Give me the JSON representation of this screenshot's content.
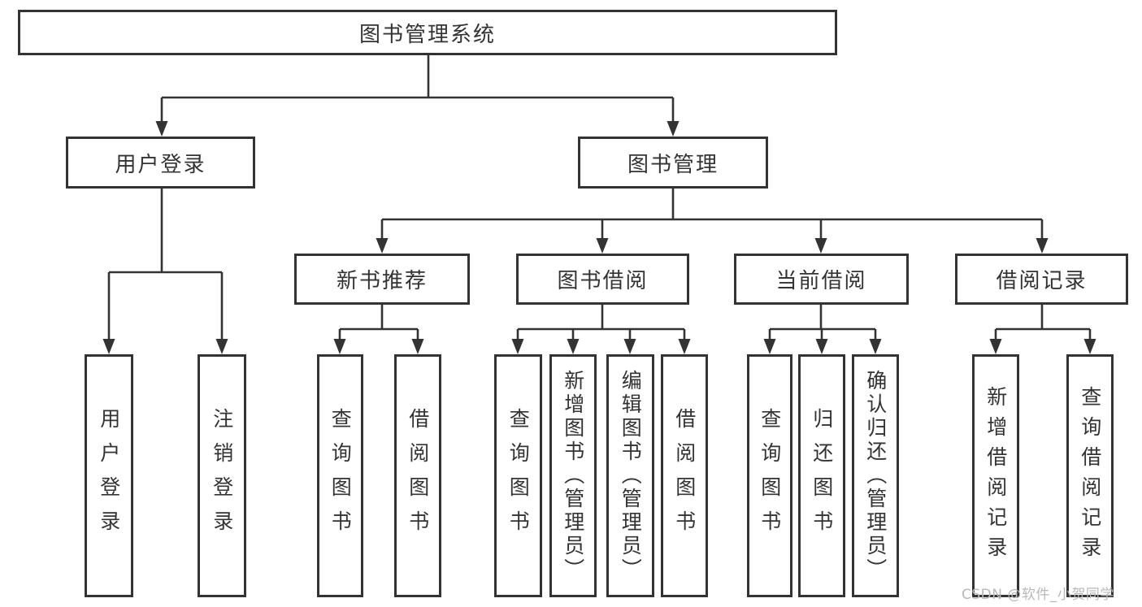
{
  "diagram": {
    "nodes": [
      {
        "id": "root",
        "label": "图书管理系统",
        "parent": null
      },
      {
        "id": "user-login-branch",
        "label": "用户登录",
        "parent": "root"
      },
      {
        "id": "book-management",
        "label": "图书管理",
        "parent": "root"
      },
      {
        "id": "new-book-recommend",
        "label": "新书推荐",
        "parent": "book-management"
      },
      {
        "id": "book-borrowing",
        "label": "图书借阅",
        "parent": "book-management"
      },
      {
        "id": "current-borrowing",
        "label": "当前借阅",
        "parent": "book-management"
      },
      {
        "id": "borrowing-records",
        "label": "借阅记录",
        "parent": "book-management"
      },
      {
        "id": "user-login",
        "label": "用户登录",
        "parent": "user-login-branch"
      },
      {
        "id": "logout",
        "label": "注销登录",
        "parent": "user-login-branch"
      },
      {
        "id": "query-books-recommend",
        "label": "查询图书",
        "parent": "new-book-recommend"
      },
      {
        "id": "borrow-books-recommend",
        "label": "借阅图书",
        "parent": "new-book-recommend"
      },
      {
        "id": "query-books-borrowing",
        "label": "查询图书",
        "parent": "book-borrowing"
      },
      {
        "id": "add-books-admin",
        "label": "新增图书（管理员）",
        "parent": "book-borrowing"
      },
      {
        "id": "edit-books-admin",
        "label": "编辑图书（管理员）",
        "parent": "book-borrowing"
      },
      {
        "id": "borrow-books",
        "label": "借阅图书",
        "parent": "book-borrowing"
      },
      {
        "id": "query-books-current",
        "label": "查询图书",
        "parent": "current-borrowing"
      },
      {
        "id": "return-books",
        "label": "归还图书",
        "parent": "current-borrowing"
      },
      {
        "id": "confirm-return-admin",
        "label": "确认归还（管理员）",
        "parent": "current-borrowing"
      },
      {
        "id": "add-borrow-record",
        "label": "新增借阅记录",
        "parent": "borrowing-records"
      },
      {
        "id": "query-borrow-record",
        "label": "查询借阅记录",
        "parent": "borrowing-records"
      }
    ]
  },
  "watermark": "CSDN @软件_小贺同学",
  "colors": {
    "line": "#333333",
    "border": "#333333",
    "text": "#333333",
    "watermark": "#b9b9b9",
    "background": "#ffffff"
  }
}
